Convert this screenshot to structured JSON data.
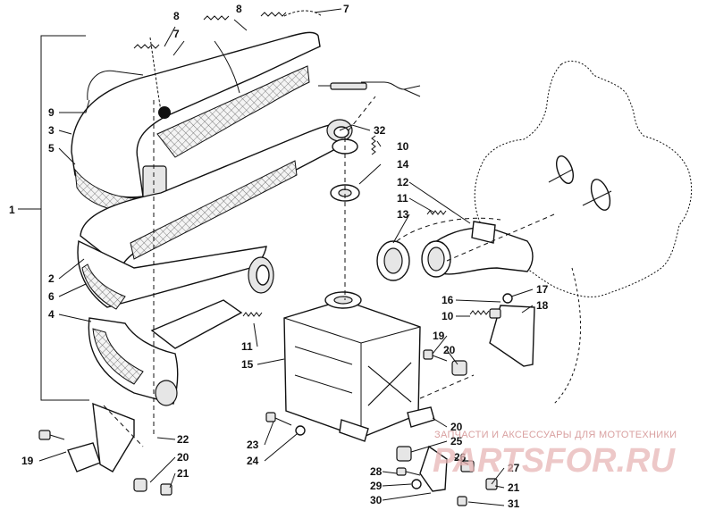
{
  "diagram": {
    "labels": [
      {
        "id": "l1",
        "text": "1"
      },
      {
        "id": "l2",
        "text": "2"
      },
      {
        "id": "l3",
        "text": "3"
      },
      {
        "id": "l4",
        "text": "4"
      },
      {
        "id": "l5",
        "text": "5"
      },
      {
        "id": "l6",
        "text": "6"
      },
      {
        "id": "l7a",
        "text": "7"
      },
      {
        "id": "l7b",
        "text": "7"
      },
      {
        "id": "l8a",
        "text": "8"
      },
      {
        "id": "l8b",
        "text": "8"
      },
      {
        "id": "l9",
        "text": "9"
      },
      {
        "id": "l10a",
        "text": "10"
      },
      {
        "id": "l10b",
        "text": "10"
      },
      {
        "id": "l11a",
        "text": "11"
      },
      {
        "id": "l11b",
        "text": "11"
      },
      {
        "id": "l12",
        "text": "12"
      },
      {
        "id": "l13",
        "text": "13"
      },
      {
        "id": "l14",
        "text": "14"
      },
      {
        "id": "l15",
        "text": "15"
      },
      {
        "id": "l16",
        "text": "16"
      },
      {
        "id": "l17",
        "text": "17"
      },
      {
        "id": "l18",
        "text": "18"
      },
      {
        "id": "l19a",
        "text": "19"
      },
      {
        "id": "l19b",
        "text": "19"
      },
      {
        "id": "l20a",
        "text": "20"
      },
      {
        "id": "l20b",
        "text": "20"
      },
      {
        "id": "l20c",
        "text": "20"
      },
      {
        "id": "l21a",
        "text": "21"
      },
      {
        "id": "l21b",
        "text": "21"
      },
      {
        "id": "l22",
        "text": "22"
      },
      {
        "id": "l23",
        "text": "23"
      },
      {
        "id": "l24",
        "text": "24"
      },
      {
        "id": "l25",
        "text": "25"
      },
      {
        "id": "l26",
        "text": "26"
      },
      {
        "id": "l27",
        "text": "27"
      },
      {
        "id": "l28",
        "text": "28"
      },
      {
        "id": "l29",
        "text": "29"
      },
      {
        "id": "l30",
        "text": "30"
      },
      {
        "id": "l31",
        "text": "31"
      },
      {
        "id": "l32",
        "text": "32"
      }
    ]
  },
  "watermark": {
    "tagline": "ЗАПЧАСТИ И АКСЕССУАРЫ ДЛЯ МОТОТЕХНИКИ",
    "logo_text": "PARTSFOR.RU",
    "accent_color": "#d98b8b"
  }
}
